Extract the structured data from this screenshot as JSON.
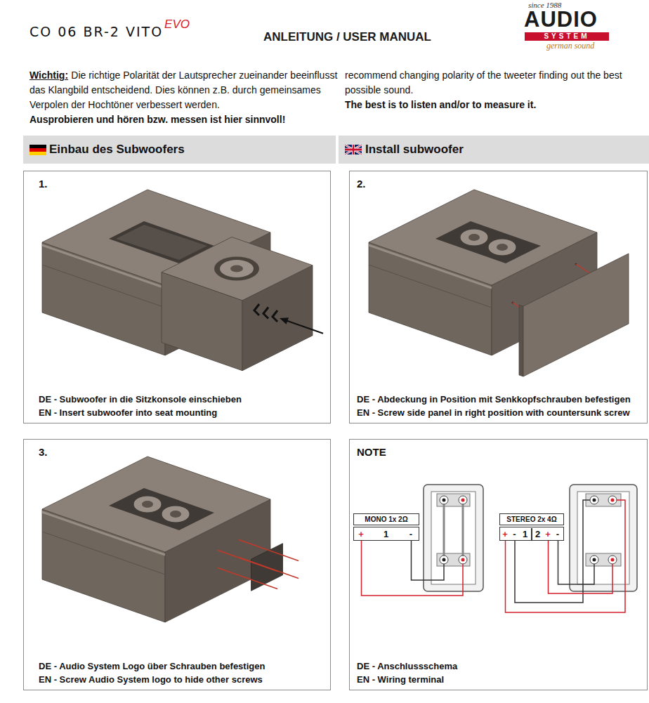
{
  "diagram": {
    "title": "ANLEITUNG / USER MANUAL",
    "nodes": [
      {
        "text": [
          "Einbau des Subwoofers"
        ]
      },
      {
        "text": [
          "Install subwoofer"
        ]
      },
      {
        "text": [
          "1.",
          "DE - Subwoofer in die Sitzkonsole einschieben",
          "EN - Insert subwoofer into seat mounting"
        ]
      },
      {
        "text": [
          "2.",
          "DE - Abdeckung in Position mit Senkkopfschrauben befestigen",
          "EN - Screw side panel in right position with countersunk screw"
        ]
      },
      {
        "text": [
          "3.",
          "DE - Audio System Logo über Schrauben befestigen",
          "EN - Screw Audio System logo to hide other screws"
        ]
      },
      {
        "text": [
          "NOTE",
          "DE - Anschlussschema",
          "EN - Wiring terminal"
        ]
      },
      {
        "text": [
          "MONO 1x 2Ω"
        ],
        "in": 5
      },
      {
        "text": [
          "+",
          "1",
          "-"
        ],
        "in": 5
      },
      {
        "text": [
          "STEREO 2x 4Ω"
        ],
        "in": 5
      },
      {
        "text": [
          "+",
          "-",
          "1",
          "2",
          "+",
          "-"
        ],
        "in": 5
      }
    ],
    "labels": [
      "CO 06 BR-2 VITO",
      "EVO",
      "since 1988",
      "AUDIO",
      "SYSTEM",
      "german sound",
      "Wichtig:",
      "Die richtige Polarität der Lautsprecher zueinander beeinflusst das Klangbild entscheidend. Dies können z.B. durch gemeinsames Verpolen der Hochtöner verbessert werden.",
      "Ausprobieren und hören bzw. messen ist hier sinnvoll!",
      "recommend changing polarity of the tweeter finding out the best possible sound.",
      "The best is to listen and/or to measure it."
    ]
  }
}
